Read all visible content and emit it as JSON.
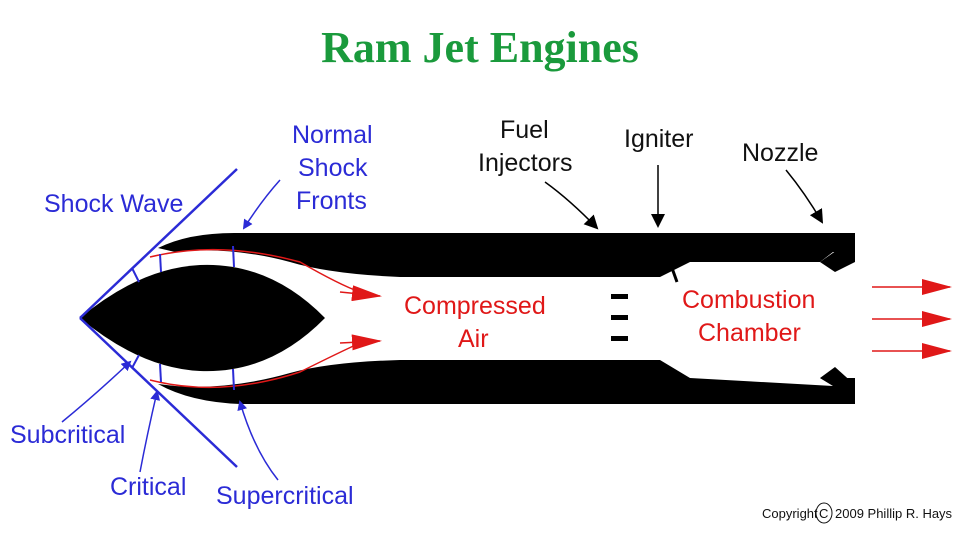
{
  "title": "Ram Jet Engines",
  "labels": {
    "normal_shock_1": "Normal",
    "normal_shock_2": "Shock",
    "normal_shock_3": "Fronts",
    "shock_wave": "Shock Wave",
    "fuel_injectors_1": "Fuel",
    "fuel_injectors_2": "Injectors",
    "igniter": "Igniter",
    "nozzle": "Nozzle",
    "compressed_air_1": "Compressed",
    "compressed_air_2": "Air",
    "combustion_chamber_1": "Combustion",
    "combustion_chamber_2": "Chamber",
    "subcritical": "Subcritical",
    "critical": "Critical",
    "supercritical": "Supercritical",
    "copyright_prefix": "Copyright",
    "copyright_symbol": "C",
    "copyright_text": "2009 Phillip R. Hays"
  },
  "colors": {
    "title": "#1a9a3c",
    "shock_lines": "#2b2bd6",
    "airflow": "#e01818",
    "engine_body": "#000000"
  }
}
